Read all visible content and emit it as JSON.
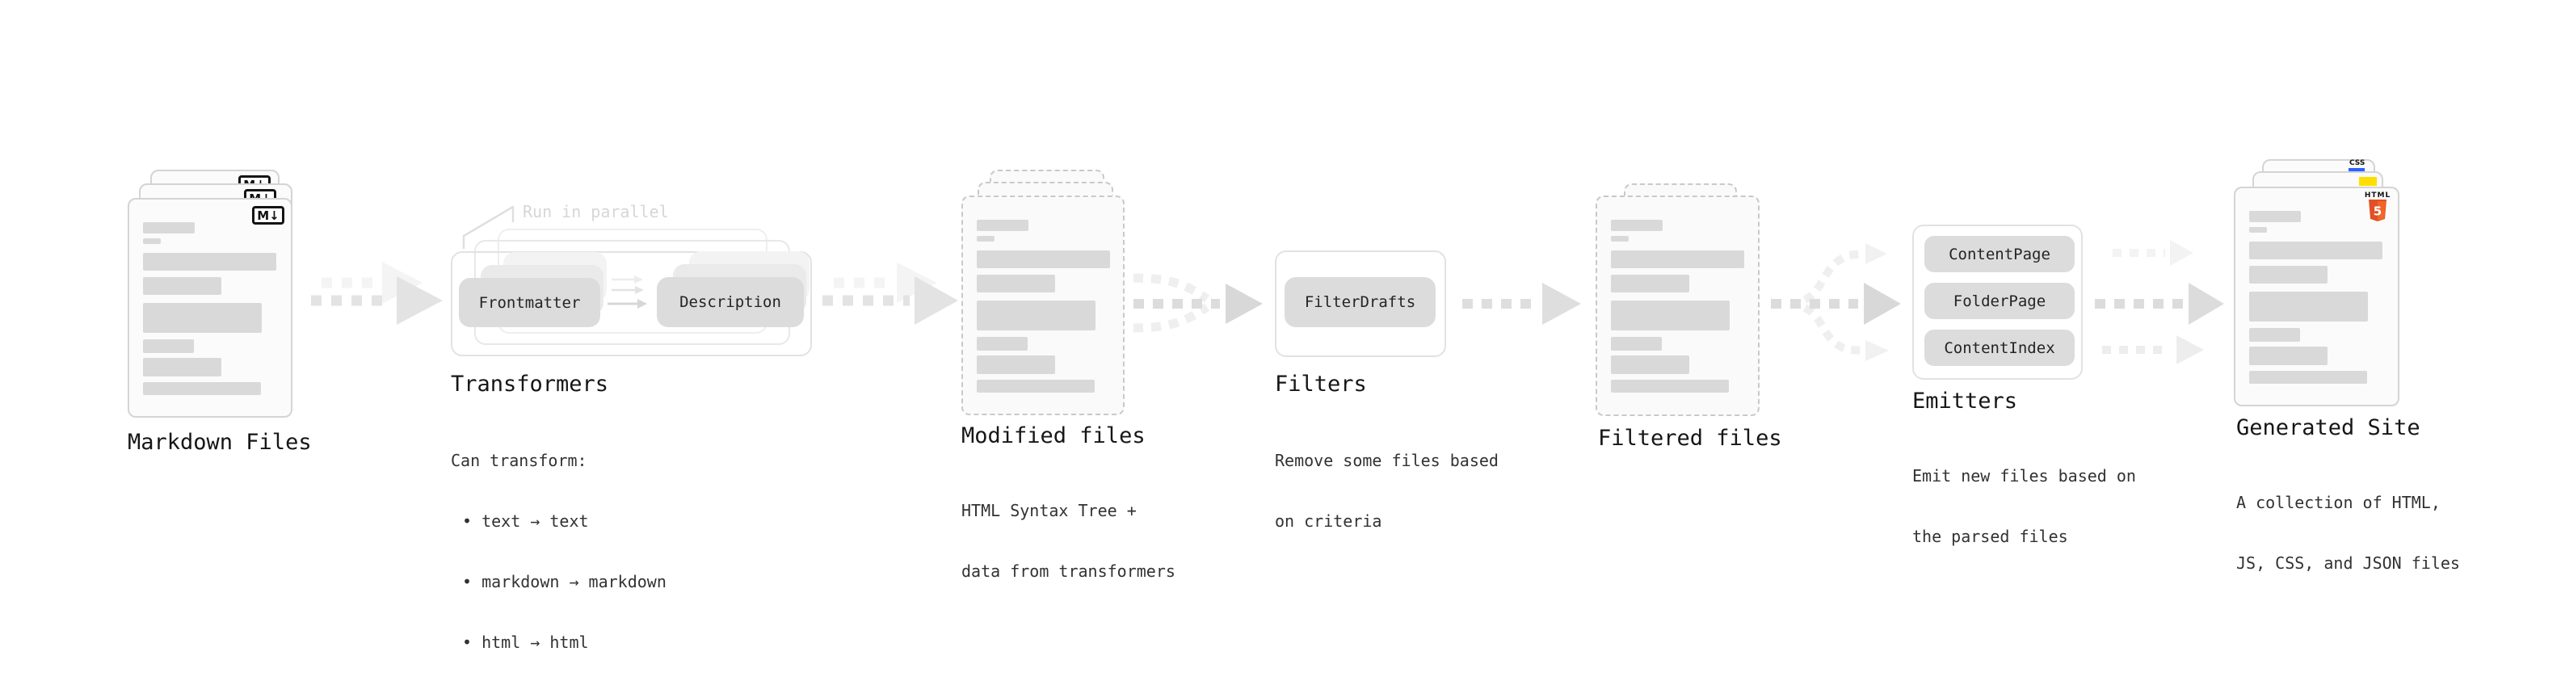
{
  "colors": {
    "html5-orange": "#e34f26",
    "html5-orange-light": "#f16529",
    "js-yellow": "#ffdf00",
    "css-blue": "#2962ff"
  },
  "stages": {
    "markdown": {
      "title": "Markdown Files",
      "badge": "M↓"
    },
    "transformers": {
      "title": "Transformers",
      "annotation": "Run in parallel",
      "buttons": {
        "frontmatter": "Frontmatter",
        "description": "Description"
      },
      "desc": {
        "intro": "Can transform:",
        "item1": "• text → text",
        "item2": "• markdown → markdown",
        "item3": "• html → html"
      }
    },
    "modified": {
      "title": "Modified files",
      "desc": {
        "line1": "HTML Syntax Tree +",
        "line2": "data from transformers"
      }
    },
    "filters": {
      "title": "Filters",
      "buttons": {
        "filterdrafts": "FilterDrafts"
      },
      "desc": {
        "line1": "Remove some files based",
        "line2": "on criteria"
      }
    },
    "filtered": {
      "title": "Filtered files"
    },
    "emitters": {
      "title": "Emitters",
      "buttons": {
        "contentpage": "ContentPage",
        "folderpage": "FolderPage",
        "contentindex": "ContentIndex"
      },
      "desc": {
        "line1": "Emit new files based on",
        "line2": "the parsed files"
      }
    },
    "generated": {
      "title": "Generated Site",
      "badges": {
        "html_label": "HTML",
        "html_number": "5",
        "css_label": "CSS"
      },
      "desc": {
        "line1": "A collection of HTML,",
        "line2": "JS, CSS, and JSON files"
      }
    }
  }
}
